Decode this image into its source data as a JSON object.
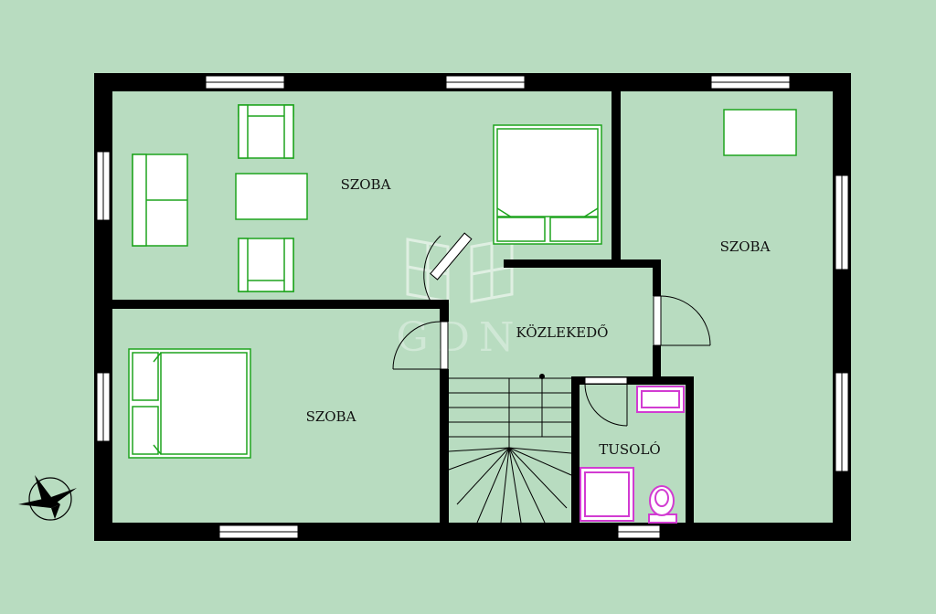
{
  "colors": {
    "background": "#b8dcc0",
    "wall": "#000000",
    "furniture_stroke": "#1ea41e",
    "sanitary_stroke": "#d23bd2",
    "window_fill": "#ffffff"
  },
  "rooms": {
    "top_left": "SZOBA",
    "top_right": "SZOBA",
    "bottom_left": "SZOBA",
    "hallway": "KÖZLEKEDŐ",
    "shower": "TUSOLÓ"
  },
  "watermark": "GDN",
  "icons": {
    "compass": "north-arrow-icon",
    "logo": "gdn-watermark-logo"
  }
}
